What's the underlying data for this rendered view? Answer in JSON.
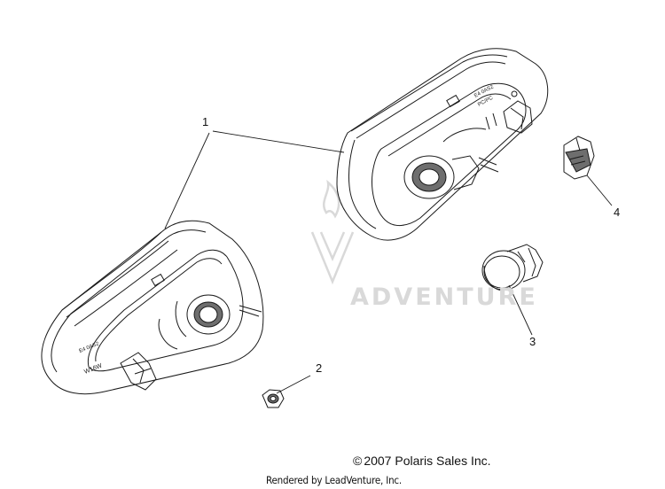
{
  "callouts": {
    "c1": "1",
    "c2": "2",
    "c3": "3",
    "c4": "4"
  },
  "watermark": {
    "text": "ADVENTURE"
  },
  "footer": {
    "copyright_symbol": "©",
    "copyright": "2007 Polaris Sales Inc.",
    "rendered_by": "Rendered by LeadVenture, Inc."
  },
  "lamp_markings": {
    "left_lamp_bulb": "W16W",
    "left_lamp_code": "E4 0AS2",
    "right_lamp_code": "E4 0AS2",
    "right_lamp_label": "PC/PC"
  },
  "colors": {
    "line": "#1a1a1a",
    "shade": "#6e6e6e",
    "watermark": "#d9d9d9",
    "background": "#ffffff"
  }
}
